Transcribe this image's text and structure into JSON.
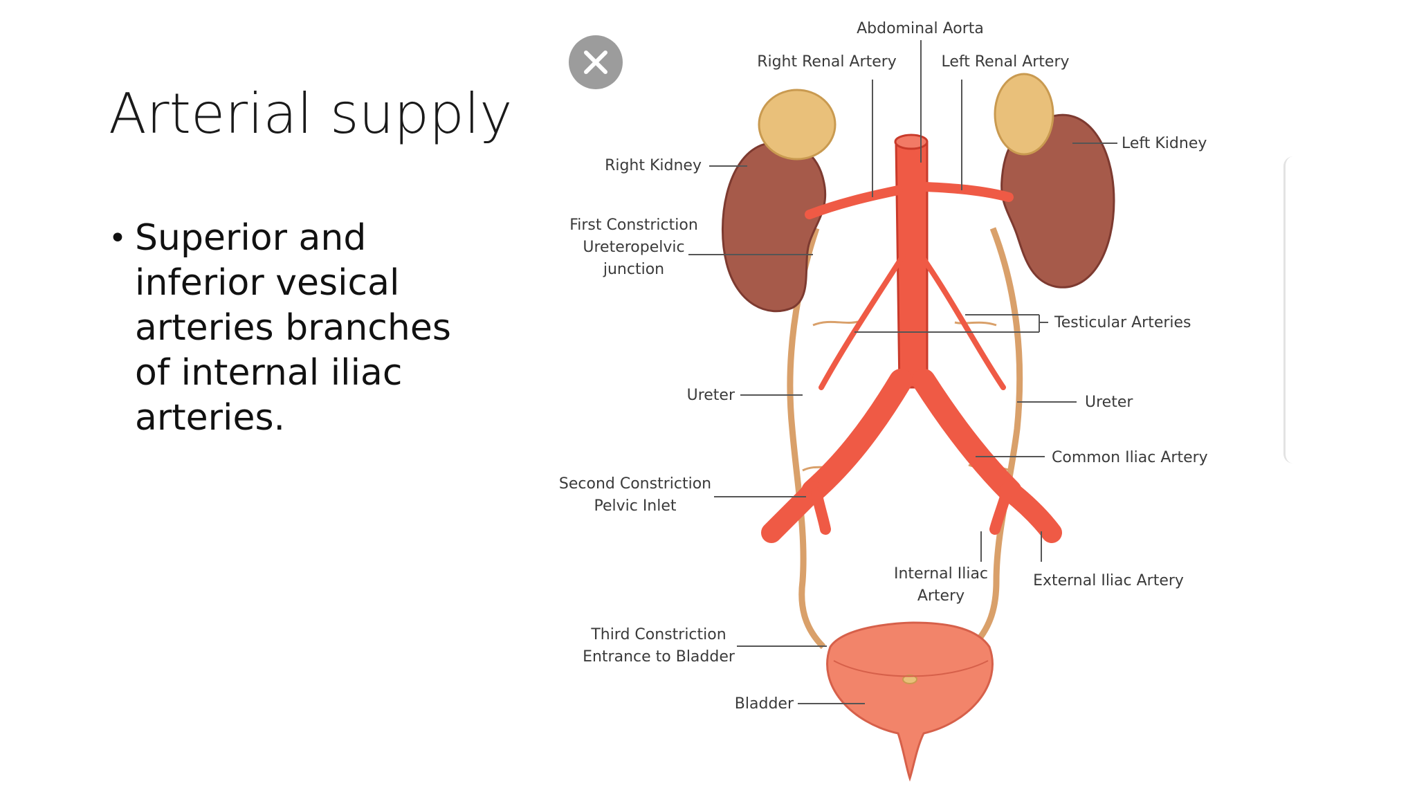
{
  "slide": {
    "title": "Arterial supply",
    "bullet_symbol": "•",
    "bullet_text": "Superior and inferior vesical arteries branches of internal iliac arteries."
  },
  "controls": {
    "close_icon": "close-icon"
  },
  "diagram": {
    "labels": {
      "abdominal_aorta": "Abdominal Aorta",
      "right_renal_artery": "Right Renal Artery",
      "left_renal_artery": "Left Renal Artery",
      "right_kidney": "Right Kidney",
      "left_kidney": "Left Kidney",
      "first_constriction": [
        "First Constriction",
        "Ureteropelvic",
        "junction"
      ],
      "testicular_arteries": "Testicular Arteries",
      "ureter_right": "Ureter",
      "ureter_left": "Ureter",
      "common_iliac_artery": "Common Iliac Artery",
      "second_constriction": [
        "Second Constriction",
        "Pelvic Inlet"
      ],
      "internal_iliac_artery": [
        "Internal Iliac",
        "Artery"
      ],
      "external_iliac_artery": "External Iliac Artery",
      "third_constriction": [
        "Third Constriction",
        "Entrance to Bladder"
      ],
      "bladder": "Bladder"
    },
    "colors": {
      "artery": "#ef5a45",
      "artery_dark": "#c93a2a",
      "kidney": "#a65a4a",
      "kidney_dark": "#7d3a30",
      "adrenal": "#e9c07a",
      "ureter": "#d9a06a",
      "bladder": "#f2846a",
      "leader": "#555555"
    }
  }
}
